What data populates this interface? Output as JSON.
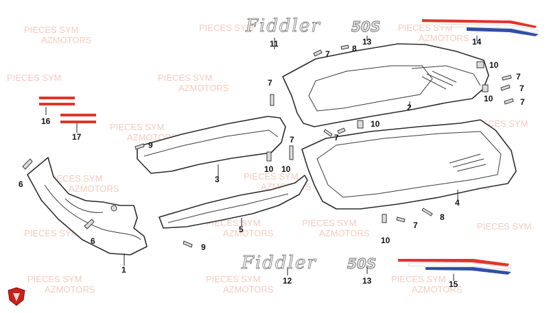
{
  "watermark": {
    "line1": "PIECES SYM",
    "line2": "AZMOTORS"
  },
  "logo": {
    "model": "Fiddler",
    "variant": "50S"
  },
  "callouts": {
    "c1": "1",
    "c2": "2",
    "c3": "3",
    "c4": "4",
    "c5": "5",
    "c6a": "6",
    "c6b": "6",
    "c7a": "7",
    "c7b": "7",
    "c7c": "7",
    "c7d": "7",
    "c7e": "7",
    "c7f": "7",
    "c7g": "7",
    "c7h": "7",
    "c8a": "8",
    "c8b": "8",
    "c9a": "9",
    "c9b": "9",
    "c10a": "10",
    "c10b": "10",
    "c10c": "10",
    "c10d": "10",
    "c10e": "10",
    "c11": "11",
    "c12": "12",
    "c13a": "13",
    "c13b": "13",
    "c14": "14",
    "c15": "15",
    "c16": "16",
    "c17": "17"
  },
  "colors": {
    "stripe_red": "#e2342a",
    "stripe_blue": "#2f4fa3",
    "watermark": "#f2b9a8",
    "brand_shield": "#c8211b"
  }
}
